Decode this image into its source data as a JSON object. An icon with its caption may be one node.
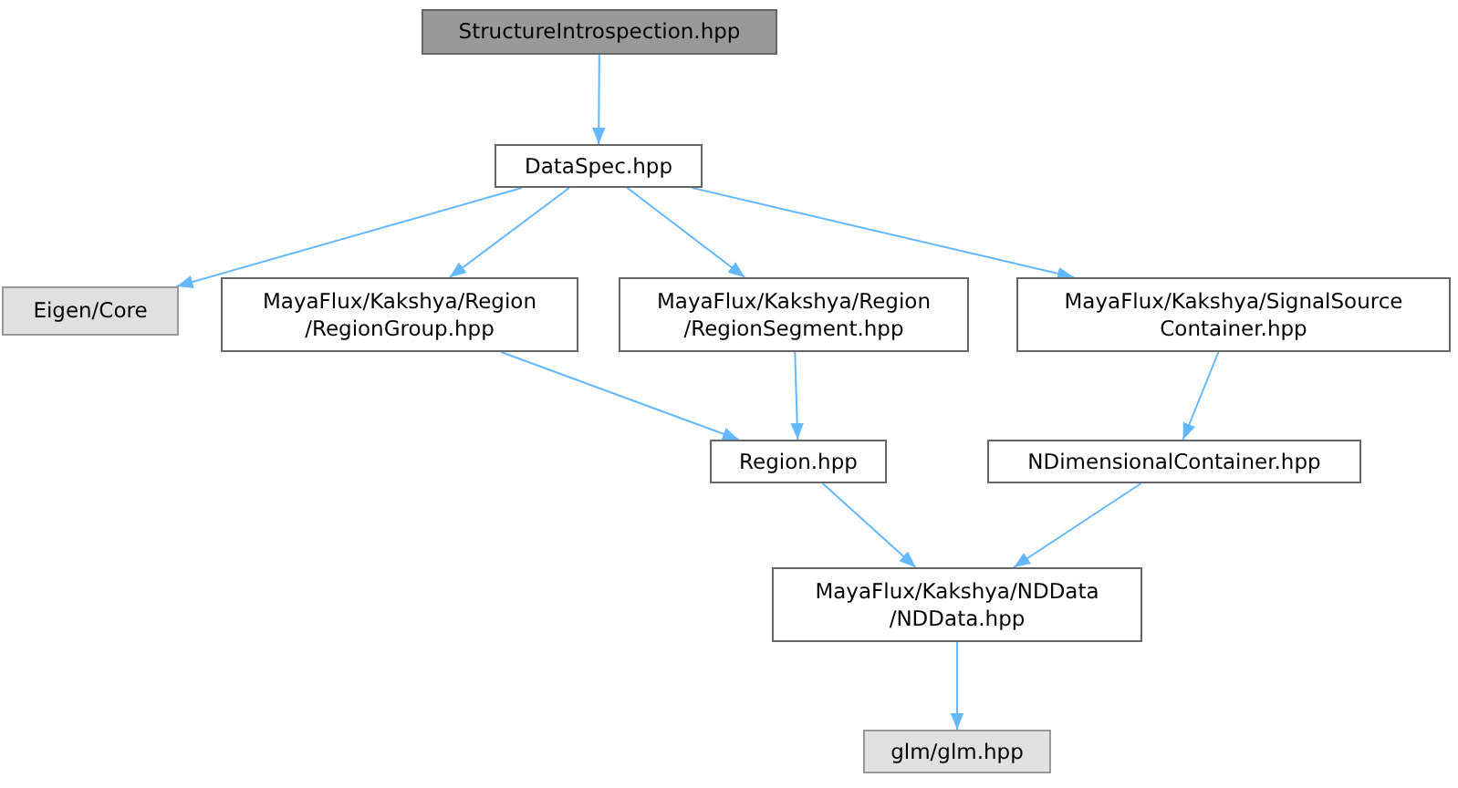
{
  "diagram": {
    "nodes": [
      {
        "text": [
          "StructureIntrospection.hpp"
        ]
      },
      {
        "text": [
          "DataSpec.hpp"
        ]
      },
      {
        "text": [
          "Eigen/Core"
        ]
      },
      {
        "text": [
          "MayaFlux/Kakshya/Region /RegionGroup.hpp"
        ]
      },
      {
        "text": [
          "MayaFlux/Kakshya/Region /RegionSegment.hpp"
        ]
      },
      {
        "text": [
          "MayaFlux/Kakshya/SignalSource Container.hpp"
        ]
      },
      {
        "text": [
          "Region.hpp"
        ]
      },
      {
        "text": [
          "NDimensionalContainer.hpp"
        ]
      },
      {
        "text": [
          "MayaFlux/Kakshya/NDData /NDData.hpp"
        ]
      },
      {
        "text": [
          "glm/glm.hpp"
        ]
      }
    ],
    "edges": [
      {
        "from": 0,
        "to": 1,
        "arrow": "to"
      },
      {
        "from": 1,
        "to": 2,
        "arrow": "to"
      },
      {
        "from": 1,
        "to": 3,
        "arrow": "to"
      },
      {
        "from": 1,
        "to": 4,
        "arrow": "to"
      },
      {
        "from": 1,
        "to": 5,
        "arrow": "to"
      },
      {
        "from": 3,
        "to": 6,
        "arrow": "to"
      },
      {
        "from": 4,
        "to": 6,
        "arrow": "to"
      },
      {
        "from": 5,
        "to": 7,
        "arrow": "to"
      },
      {
        "from": 6,
        "to": 8,
        "arrow": "to"
      },
      {
        "from": 7,
        "to": 8,
        "arrow": "to"
      },
      {
        "from": 8,
        "to": 9,
        "arrow": "to"
      }
    ]
  }
}
